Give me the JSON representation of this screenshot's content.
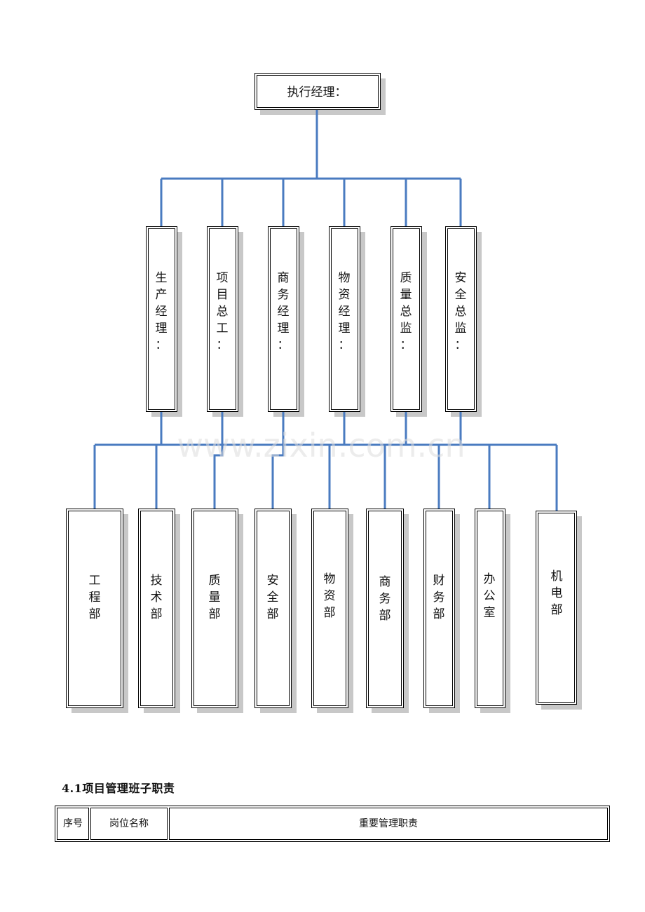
{
  "org_chart": {
    "root": {
      "label": "执行经理："
    },
    "managers": [
      {
        "id": "production",
        "label": "生产经理："
      },
      {
        "id": "chief-engineer",
        "label": "项目总工："
      },
      {
        "id": "business",
        "label": "商务经理："
      },
      {
        "id": "materials",
        "label": "物资经理："
      },
      {
        "id": "quality",
        "label": "质量总监："
      },
      {
        "id": "safety",
        "label": "安全总监："
      }
    ],
    "departments": [
      {
        "id": "engineering",
        "label": "工程部"
      },
      {
        "id": "technical",
        "label": "技术部"
      },
      {
        "id": "quality",
        "label": "质量部"
      },
      {
        "id": "safety",
        "label": "安全部"
      },
      {
        "id": "materials",
        "label": "物资部"
      },
      {
        "id": "business",
        "label": "商务部"
      },
      {
        "id": "finance",
        "label": "财务部"
      },
      {
        "id": "office",
        "label": "办公室"
      },
      {
        "id": "mechanical-electrical",
        "label": "机电部"
      }
    ],
    "watermark": "www.zixin.com.cn",
    "line_color": "#4a7bc0",
    "shadow_color": "#c8c8c8"
  },
  "section": {
    "heading": "4.1项目管理班子职责"
  },
  "table": {
    "headers": [
      "序号",
      "岗位名称",
      "重要管理职责"
    ]
  }
}
